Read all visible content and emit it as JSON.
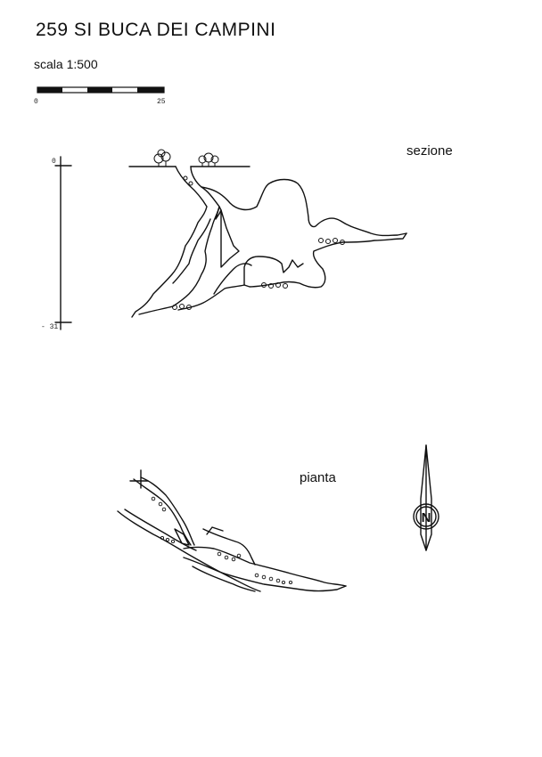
{
  "header": {
    "title": "259 SI BUCA DEI CAMPINI",
    "scale": "scala 1:500"
  },
  "scalebar": {
    "start_label": "0",
    "end_label": "25"
  },
  "section": {
    "label": "sezione",
    "depth_top": "0",
    "depth_bottom": "- 31"
  },
  "plan": {
    "label": "pianta",
    "north_letter": "N"
  },
  "colors": {
    "ink": "#111111",
    "background": "#ffffff"
  }
}
